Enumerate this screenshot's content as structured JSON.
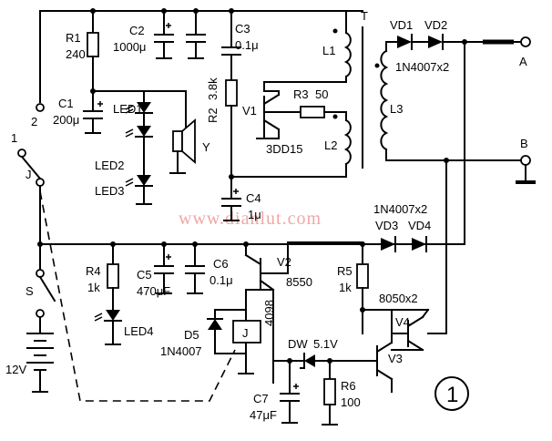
{
  "figure_number": "1",
  "watermark": "www.dianlut.com",
  "terminals": {
    "a": "A",
    "b": "B"
  },
  "switch": {
    "contact1": "1",
    "contact2": "2",
    "relay_contact": "J",
    "power_switch": "S"
  },
  "battery": {
    "label": "12V"
  },
  "components": {
    "r1": {
      "name": "R1",
      "value": "240"
    },
    "c1": {
      "name": "C1",
      "value": "200μ"
    },
    "c2": {
      "name": "C2",
      "value": "1000μ"
    },
    "c3": {
      "name": "C3",
      "value": "0.1μ"
    },
    "r2": {
      "name": "R2",
      "value": "3.8k"
    },
    "v1": {
      "name": "V1",
      "value": "3DD15"
    },
    "r3": {
      "name": "R3",
      "value": "50"
    },
    "l1": {
      "name": "L1"
    },
    "l2": {
      "name": "L2"
    },
    "l3": {
      "name": "L3"
    },
    "transformer": {
      "name": "T"
    },
    "vd1": {
      "name": "VD1"
    },
    "vd2": {
      "name": "VD2"
    },
    "vd12_part": "1N4007x2",
    "vd34_part": "1N4007x2",
    "vd3": {
      "name": "VD3"
    },
    "vd4": {
      "name": "VD4"
    },
    "led1": {
      "name": "LED1"
    },
    "led2": {
      "name": "LED2"
    },
    "led3": {
      "name": "LED3"
    },
    "speaker": {
      "name": "Y"
    },
    "c4": {
      "name": "C4",
      "value": "1μ"
    },
    "r4": {
      "name": "R4",
      "value": "1k"
    },
    "led4": {
      "name": "LED4"
    },
    "c5": {
      "name": "C5",
      "value": "470μF"
    },
    "c6": {
      "name": "C6",
      "value": "0.1μ"
    },
    "v2": {
      "name": "V2",
      "value": "8550"
    },
    "relay": {
      "name": "J",
      "coil": "4098"
    },
    "d5": {
      "name": "D5",
      "value": "1N4007"
    },
    "r5": {
      "name": "R5",
      "value": "1k"
    },
    "v34_part": "8050x2",
    "v3": {
      "name": "V3"
    },
    "v4": {
      "name": "V4"
    },
    "dw": {
      "name": "DW",
      "value": "5.1V"
    },
    "r6": {
      "name": "R6",
      "value": "100"
    },
    "c7": {
      "name": "C7",
      "value": "47μF"
    }
  }
}
